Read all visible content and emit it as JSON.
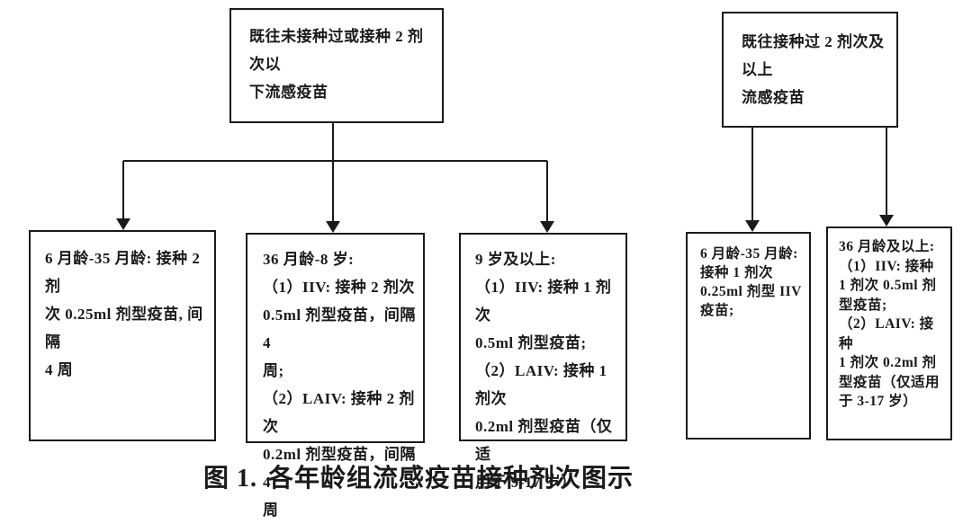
{
  "page": {
    "background_color": "#ffffff",
    "ink_color": "#1a1a1a"
  },
  "diagram": {
    "description": "flowchart",
    "root_boxes": [
      {
        "id": "no-prior-or-under-2-doses",
        "text": "既往未接种过或接种 2 剂次以\n下流感疫苗"
      },
      {
        "id": "prior-2-or-more-doses",
        "text": "既往接种过 2 剂次及以上\n流感疫苗"
      }
    ],
    "leaf_boxes": [
      {
        "id": "age-6-35-months-naive",
        "text": "6 月龄-35 月龄: 接种 2 剂\n次 0.25ml 剂型疫苗, 间隔\n4 周"
      },
      {
        "id": "age-36m-8y-naive",
        "text": "36 月龄-8 岁:\n（1）IIV: 接种 2 剂次\n0.5ml 剂型疫苗，间隔 4\n周;\n（2）LAIV: 接种 2 剂次\n0.2ml 剂型疫苗，间隔 4\n周"
      },
      {
        "id": "age-9y-plus-naive",
        "text": "9 岁及以上:\n（1）IIV: 接种 1 剂次\n0.5ml 剂型疫苗;\n（2）LAIV: 接种 1 剂次\n0.2ml 剂型疫苗（仅适\n用于 9-17 岁）"
      },
      {
        "id": "age-6-35-months-primed",
        "text": "6 月龄-35 月龄:\n接种 1 剂次\n0.25ml 剂型 IIV\n疫苗;"
      },
      {
        "id": "age-36m-plus-primed",
        "text": "36 月龄及以上:\n（1）IIV: 接种\n1 剂次 0.5ml 剂\n型疫苗;\n（2）LAIV: 接种\n1 剂次 0.2ml 剂\n型疫苗（仅适用\n于 3-17 岁）"
      }
    ],
    "caption": {
      "label": "图 1.",
      "title": "各年龄组流感疫苗接种剂次图示"
    }
  }
}
